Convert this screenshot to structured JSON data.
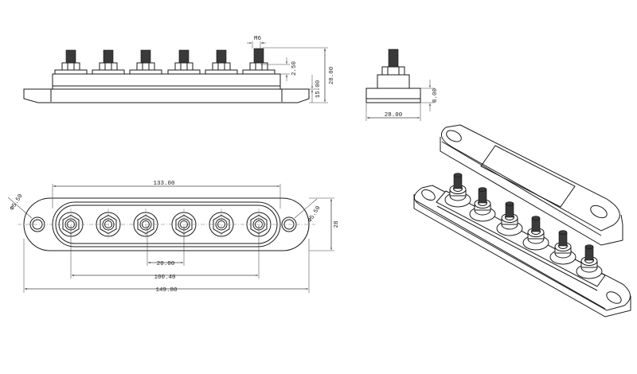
{
  "labels": {
    "thread": "M6",
    "h_top": "2.50",
    "h_body": "15.00",
    "h_total": "28.00",
    "h_base_side": "8.00",
    "w_side": "28.00",
    "len_inner": "133.00",
    "hole_left": "Φ5.50",
    "hole_right": "Φ5.50",
    "width_top": "28",
    "pitch": "20.00",
    "span_studs": "100.40",
    "len_total": "149.80"
  },
  "colors": {
    "line": "#1a1a1a",
    "dim": "#444444",
    "background": "#ffffff"
  }
}
